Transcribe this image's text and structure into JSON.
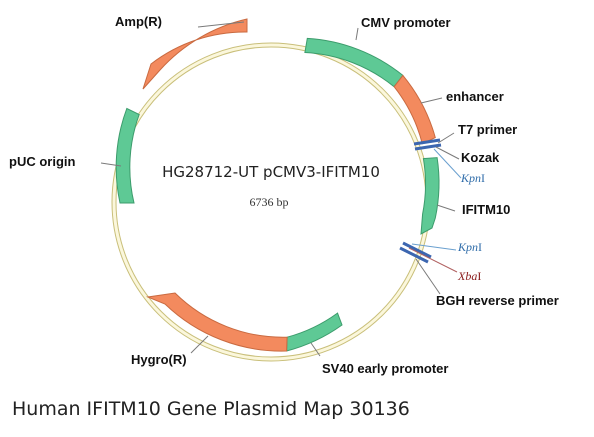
{
  "plasmid": {
    "name": "HG28712-UT pCMV3-IFITM10",
    "size": "6736 bp"
  },
  "colors": {
    "backbone": "#f1e9a8",
    "promoter_green": "#5ec995",
    "orange": "#f38a5e",
    "primer_blue": "#3c66b0",
    "kpni": "#2f6ca9",
    "xbai": "#8b1c1c"
  },
  "features": [
    {
      "label": "CMV promoter",
      "color": "green",
      "direction": "forward"
    },
    {
      "label": "enhancer",
      "color": "orange",
      "direction": "forward"
    },
    {
      "label": "IFITM10",
      "color": "green",
      "direction": "forward"
    },
    {
      "label": "SV40 early promoter",
      "color": "green",
      "direction": "forward"
    },
    {
      "label": "Hygro(R)",
      "color": "orange",
      "direction": "reverse"
    },
    {
      "label": "pUC origin",
      "color": "green",
      "direction": "none"
    },
    {
      "label": "Amp(R)",
      "color": "orange",
      "direction": "reverse"
    }
  ],
  "markers": [
    {
      "label": "T7 primer",
      "kind": "primer"
    },
    {
      "label": "Kozak",
      "kind": "sequence"
    },
    {
      "label": "BGH reverse primer",
      "kind": "primer"
    }
  ],
  "sites": [
    {
      "label": "KpnI",
      "enzyme": "Kpn",
      "suffix": "I",
      "color": "#2f6ca9"
    },
    {
      "label": "KpnI",
      "enzyme": "Kpn",
      "suffix": "I",
      "color": "#2f6ca9"
    },
    {
      "label": "XbaI",
      "enzyme": "Xba",
      "suffix": "I",
      "color": "#8b1c1c"
    }
  ],
  "caption": "Human IFITM10 Gene Plasmid Map 30136"
}
